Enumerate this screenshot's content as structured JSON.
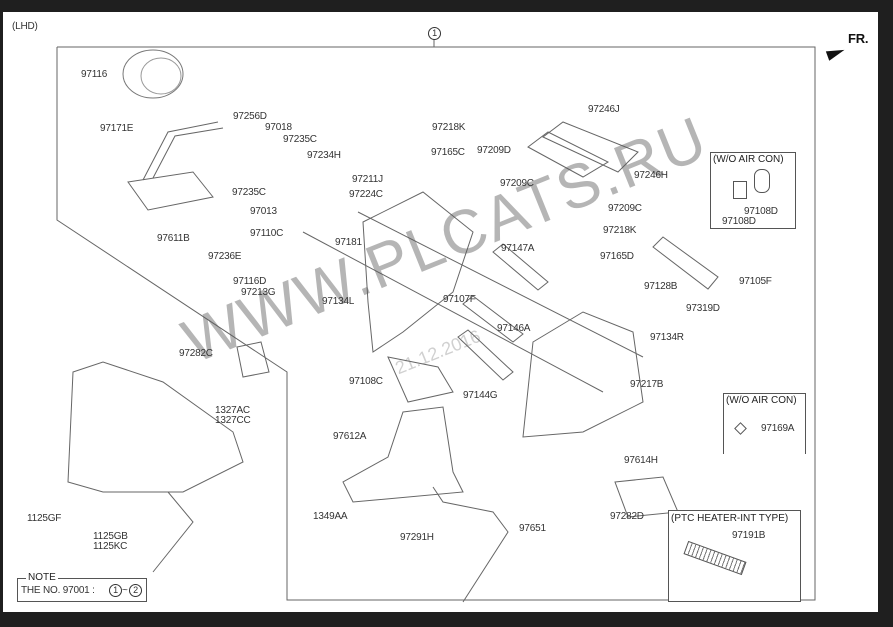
{
  "header": {
    "variant": "(LHD)",
    "ref_circle": "1",
    "direction": "FR."
  },
  "watermark": {
    "text": "WWW.PLCATS.RU",
    "date": "21.12.2016"
  },
  "labels": [
    "97116",
    "97171E",
    "97256D",
    "97018",
    "97235C",
    "97234H",
    "97211J",
    "97235C",
    "97224C",
    "97013",
    "97611B",
    "97110C",
    "97181",
    "97236E",
    "97116D",
    "97213G",
    "97134L",
    "97218K",
    "97165C",
    "97209D",
    "97246J",
    "97246H",
    "97209C",
    "97209C",
    "97218K",
    "97147A",
    "97165D",
    "97128B",
    "97107F",
    "97319D",
    "97105F",
    "97146A",
    "97134R",
    "97282C",
    "97108C",
    "97144G",
    "97217B",
    "97612A",
    "97614H",
    "97282D",
    "1349AA",
    "97291H",
    "97651",
    "1327AC",
    "1327CC",
    "1125GF",
    "1125GB",
    "1125KC"
  ],
  "inset_wo_aircon_1": {
    "title": "(W/O AIR CON)",
    "labels": [
      "97108D",
      "97108D"
    ]
  },
  "inset_wo_aircon_2": {
    "title": "(W/O AIR CON)",
    "labels": [
      "97169A"
    ]
  },
  "inset_ptc": {
    "title": "(PTC HEATER-INT TYPE)",
    "labels": [
      "97191B"
    ]
  },
  "note": {
    "title": "NOTE",
    "text": "THE NO.  97001 :",
    "from": "1",
    "sep": "~",
    "to": "2"
  }
}
